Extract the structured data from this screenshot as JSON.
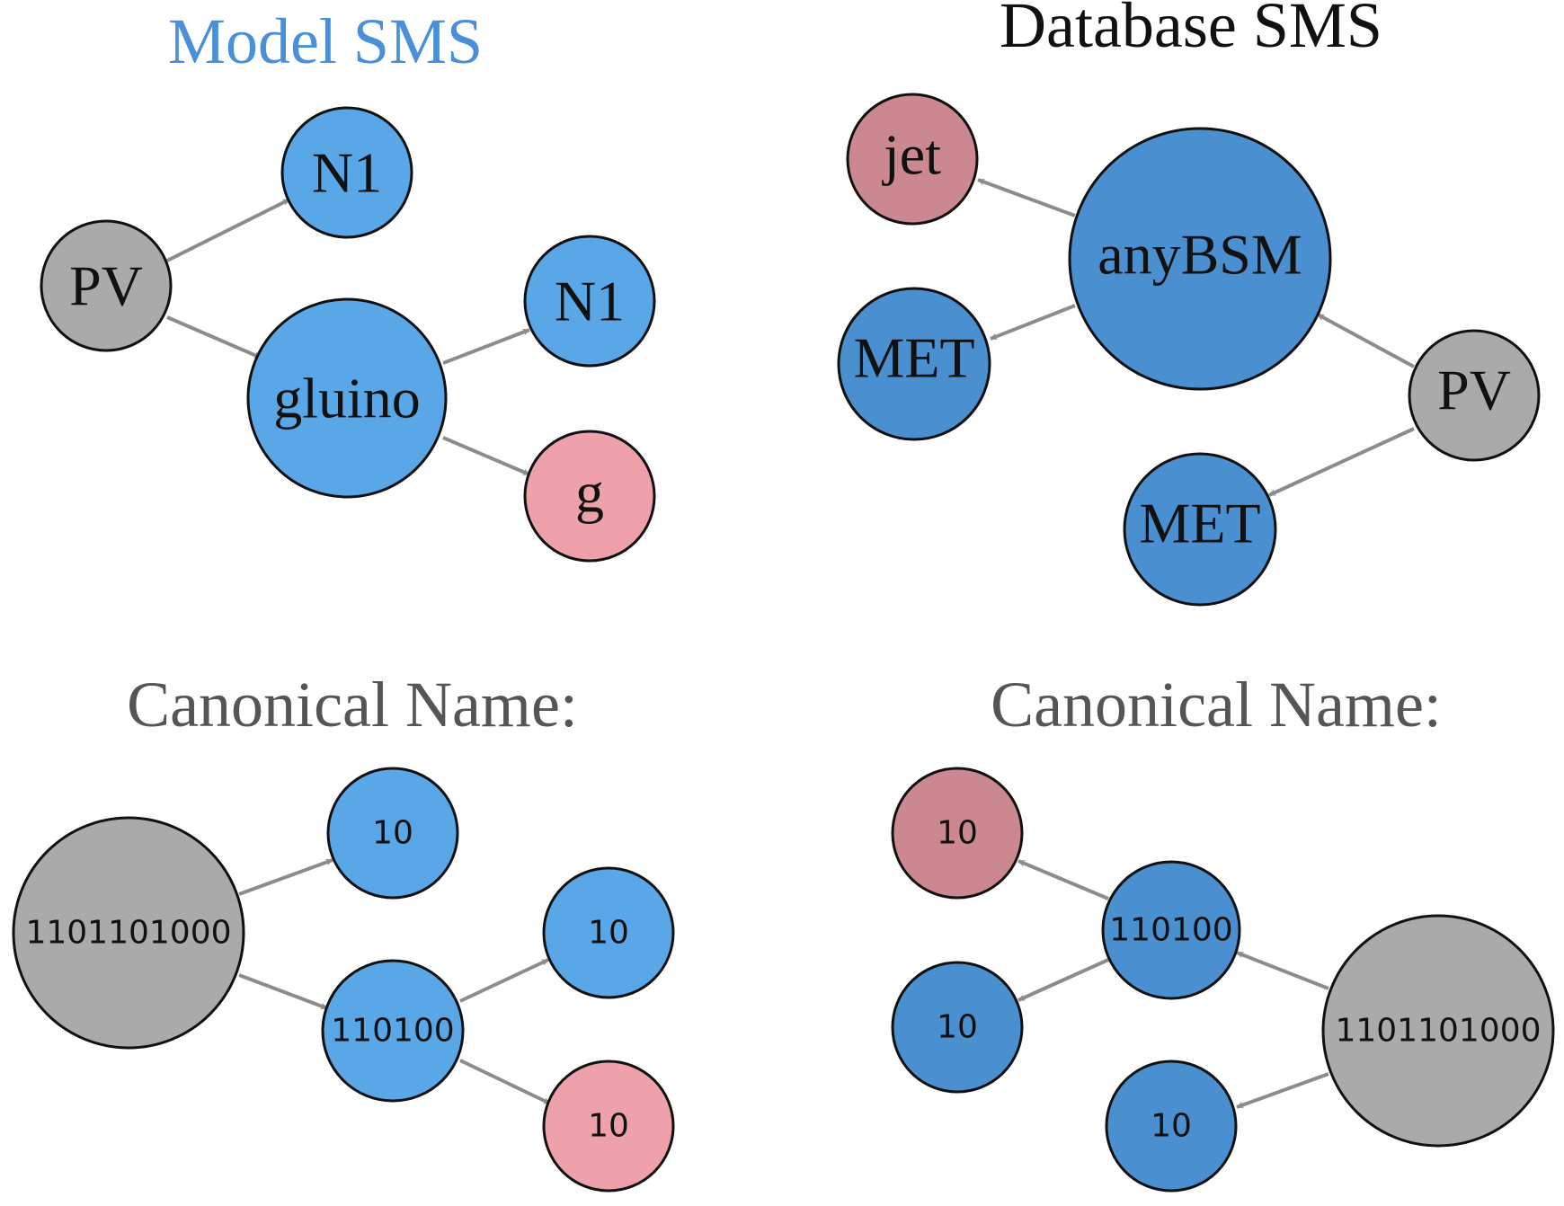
{
  "colors": {
    "light_blue": "#5aa7e8",
    "dark_blue": "#4a8fcf",
    "pink": "#eea1ab",
    "dark_pink": "#cc8890",
    "gray": "#aaaaaa",
    "title_blue": "#4a90d9",
    "title_gray": "#555555",
    "edge": "#8c8c8c"
  },
  "titles": {
    "model": "Model SMS",
    "database": "Database SMS",
    "canonical_left": "Canonical Name:",
    "canonical_right": "Canonical Name:"
  },
  "graphs": {
    "model": {
      "nodes": [
        {
          "id": "pv",
          "label": "PV",
          "color": "gray"
        },
        {
          "id": "n1a",
          "label": "N1",
          "color": "light_blue"
        },
        {
          "id": "gluino",
          "label": "gluino",
          "color": "light_blue"
        },
        {
          "id": "n1b",
          "label": "N1",
          "color": "light_blue"
        },
        {
          "id": "g",
          "label": "g",
          "color": "pink"
        }
      ]
    },
    "database": {
      "nodes": [
        {
          "id": "jet",
          "label": "jet",
          "color": "dark_pink"
        },
        {
          "id": "anybsm",
          "label": "anyBSM",
          "color": "dark_blue"
        },
        {
          "id": "met1",
          "label": "MET",
          "color": "dark_blue"
        },
        {
          "id": "pv",
          "label": "PV",
          "color": "gray"
        },
        {
          "id": "met2",
          "label": "MET",
          "color": "dark_blue"
        }
      ]
    },
    "canonical_left": {
      "nodes": [
        {
          "id": "root",
          "label": "1101101000",
          "color": "gray"
        },
        {
          "id": "a",
          "label": "10",
          "color": "light_blue"
        },
        {
          "id": "b",
          "label": "110100",
          "color": "light_blue"
        },
        {
          "id": "c",
          "label": "10",
          "color": "light_blue"
        },
        {
          "id": "d",
          "label": "10",
          "color": "pink"
        }
      ]
    },
    "canonical_right": {
      "nodes": [
        {
          "id": "a",
          "label": "10",
          "color": "dark_pink"
        },
        {
          "id": "b",
          "label": "110100",
          "color": "dark_blue"
        },
        {
          "id": "c",
          "label": "10",
          "color": "dark_blue"
        },
        {
          "id": "root",
          "label": "1101101000",
          "color": "gray"
        },
        {
          "id": "d",
          "label": "10",
          "color": "dark_blue"
        }
      ]
    }
  }
}
